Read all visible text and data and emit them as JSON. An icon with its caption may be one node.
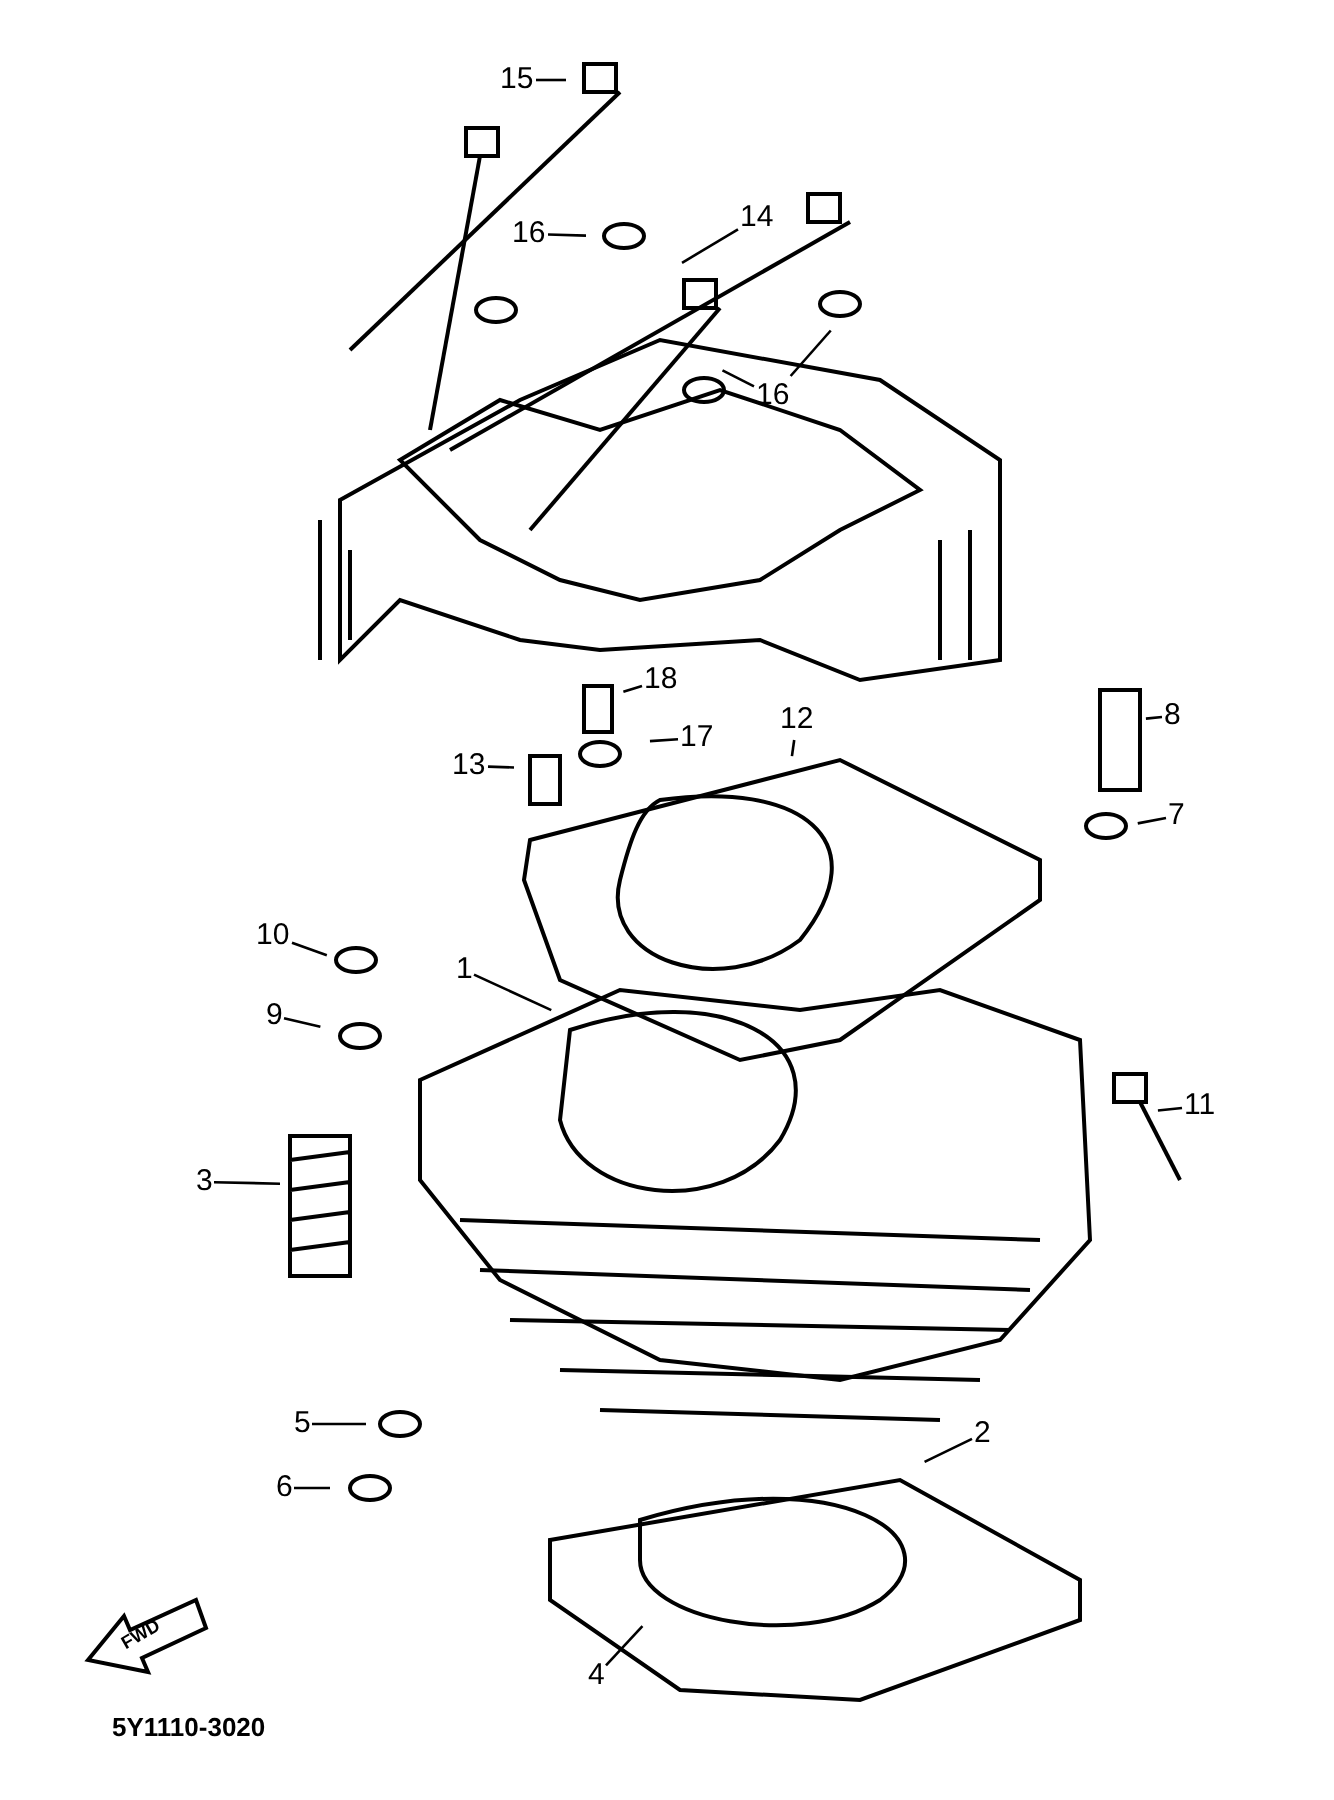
{
  "diagram": {
    "nodes": [
      {
        "text": [
          "15"
        ]
      },
      {
        "text": [
          "16"
        ]
      },
      {
        "text": [
          "14"
        ]
      },
      {
        "text": [
          "16"
        ]
      },
      {
        "text": [
          "18"
        ]
      },
      {
        "text": [
          "8"
        ]
      },
      {
        "text": [
          "17"
        ]
      },
      {
        "text": [
          "12"
        ]
      },
      {
        "text": [
          "13"
        ]
      },
      {
        "text": [
          "7"
        ]
      },
      {
        "text": [
          "10"
        ]
      },
      {
        "text": [
          "1"
        ]
      },
      {
        "text": [
          "9"
        ]
      },
      {
        "text": [
          "11"
        ]
      },
      {
        "text": [
          "3"
        ]
      },
      {
        "text": [
          "5"
        ]
      },
      {
        "text": [
          "2"
        ]
      },
      {
        "text": [
          "6"
        ]
      },
      {
        "text": [
          "4"
        ]
      }
    ],
    "edges": [
      {
        "from": 0,
        "to": null,
        "arrow": "none"
      },
      {
        "from": 1,
        "to": null,
        "arrow": "none"
      },
      {
        "from": 2,
        "to": null,
        "arrow": "none"
      },
      {
        "from": 3,
        "to": null,
        "arrow": "none"
      },
      {
        "from": 3,
        "to": null,
        "arrow": "none"
      },
      {
        "from": 4,
        "to": null,
        "arrow": "none"
      },
      {
        "from": 5,
        "to": null,
        "arrow": "none"
      },
      {
        "from": 6,
        "to": null,
        "arrow": "none"
      },
      {
        "from": 7,
        "to": null,
        "arrow": "none"
      },
      {
        "from": 8,
        "to": null,
        "arrow": "none"
      },
      {
        "from": 9,
        "to": null,
        "arrow": "none"
      },
      {
        "from": 10,
        "to": null,
        "arrow": "none"
      },
      {
        "from": 11,
        "to": null,
        "arrow": "none"
      },
      {
        "from": 12,
        "to": null,
        "arrow": "none"
      },
      {
        "from": 13,
        "to": null,
        "arrow": "none"
      },
      {
        "from": 14,
        "to": null,
        "arrow": "none"
      },
      {
        "from": 15,
        "to": null,
        "arrow": "none"
      },
      {
        "from": 16,
        "to": null,
        "arrow": "none"
      },
      {
        "from": 17,
        "to": null,
        "arrow": "none"
      },
      {
        "from": 18,
        "to": null,
        "arrow": "none"
      }
    ],
    "labels": [
      "FWD",
      "5Y1110-3020"
    ]
  }
}
